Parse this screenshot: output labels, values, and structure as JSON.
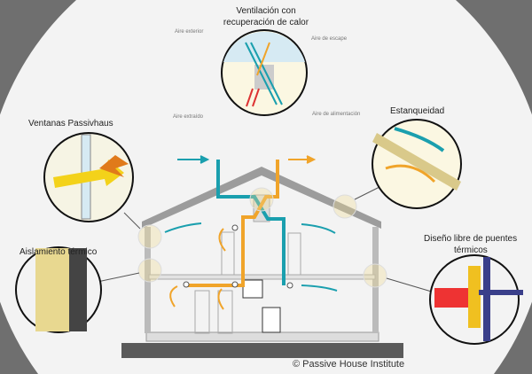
{
  "labels": {
    "ventilation_line1": "Ventilación con",
    "ventilation_line2": "recuperación de calor",
    "aire_exterior": "Aire exterior",
    "aire_escape": "Aire de escape",
    "aire_extraido": "Aire extraído",
    "aire_alimentacion": "Aire de alimentación",
    "ventanas": "Ventanas Passivhaus",
    "estanqueidad": "Estanqueidad",
    "aislamiento": "Aislamiento térmico",
    "puentes_line1": "Diseño libre de puentes",
    "puentes_line2": "térmicos",
    "copyright": "© Passive House Institute"
  },
  "colors": {
    "teal": "#1a9fae",
    "orange": "#f0a42a",
    "wall": "#a9a9a9",
    "ground": "#5a5a5a"
  }
}
